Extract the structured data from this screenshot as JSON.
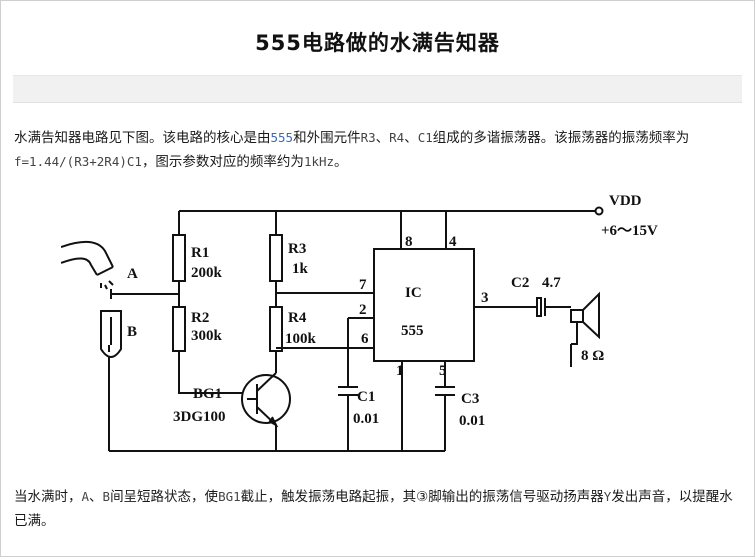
{
  "title": "555电路做的水满告知器",
  "intro": {
    "t1": "水满告知器电路见下图。该电路的核心是由",
    "code1": "555",
    "t2": "和外围元件",
    "code2": "R3",
    "t3": "、",
    "code3": "R4",
    "t4": "、",
    "code4": "C1",
    "t5": "组成的多谐振荡器。该振荡器的振荡频率为",
    "code5": "f=1.44/(R3+2R4)C1",
    "t6": "，图示参数对应的频率约为",
    "code6": "1kHz",
    "t7": "。"
  },
  "outro": {
    "t1": "当水满时，",
    "code1": "A",
    "t2": "、",
    "code2": "B",
    "t3": "间呈短路状态，使",
    "code3": "BG1",
    "t4": "截止，触发振荡电路起振，其③脚输出的振荡信号驱动扬声器",
    "code4": "Y",
    "t5": "发出声音，以提醒水已满。"
  },
  "circuit": {
    "vdd_label": "VDD",
    "vdd_range": "+6～15V",
    "r1_name": "R1",
    "r1_value": "200k",
    "r2_name": "R2",
    "r2_value": "300k",
    "r3_name": "R3",
    "r3_value": "1k",
    "r4_name": "R4",
    "r4_value": "100k",
    "probe_a": "A",
    "probe_b": "B",
    "bg1_name": "BG1",
    "bg1_model": "3DG100",
    "ic_label": "IC",
    "ic_model": "555",
    "pin8": "8",
    "pin4": "4",
    "pin7": "7",
    "pin2": "2",
    "pin6": "6",
    "pin1": "1",
    "pin5": "5",
    "pin3": "3",
    "c1_name": "C1",
    "c1_value": "0.01",
    "c3_name": "C3",
    "c3_value": "0.01",
    "c2_name": "C2",
    "c2_value": "4.7",
    "speaker_value": "8 Ω"
  }
}
